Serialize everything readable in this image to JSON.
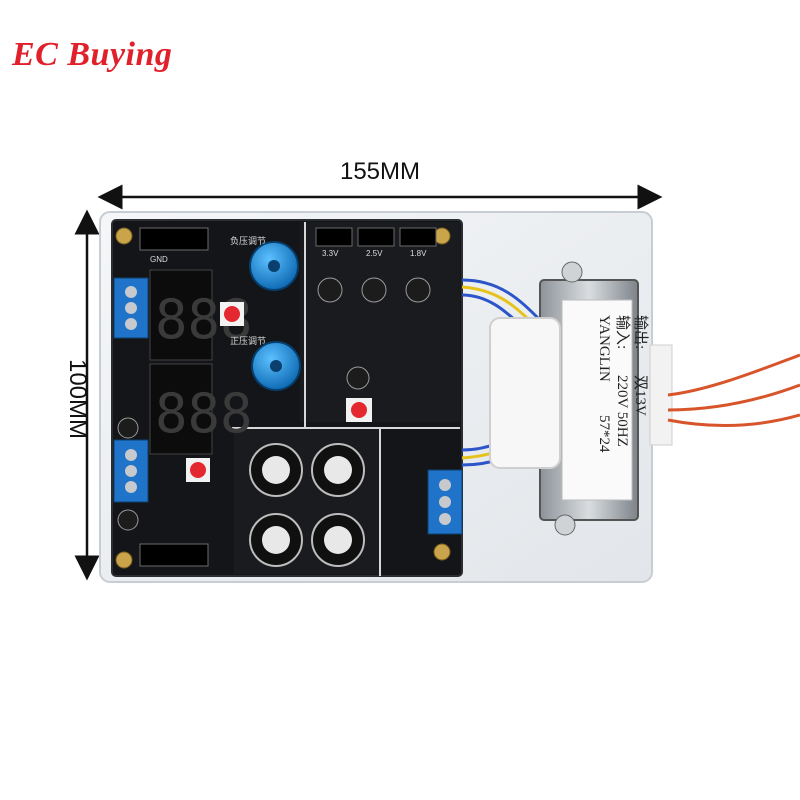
{
  "brand": {
    "name": "EC Buying",
    "color": "#e0202a"
  },
  "dimensions": {
    "width_label": "155MM",
    "height_label": "100MM"
  },
  "transformer": {
    "brand": "YANGLIN",
    "size": "57*24",
    "input_label": "输入:",
    "input": "220V 50HZ",
    "output_label": "输出:",
    "output": "双13V"
  },
  "board": {
    "regulator_labels": [
      "3.3V",
      "2.5V",
      "1.8V"
    ],
    "ground_label": "GND",
    "pot_label_top": "负压调节",
    "pot_label_bottom": "正压调节",
    "display_digits": [
      "888",
      "888"
    ]
  }
}
